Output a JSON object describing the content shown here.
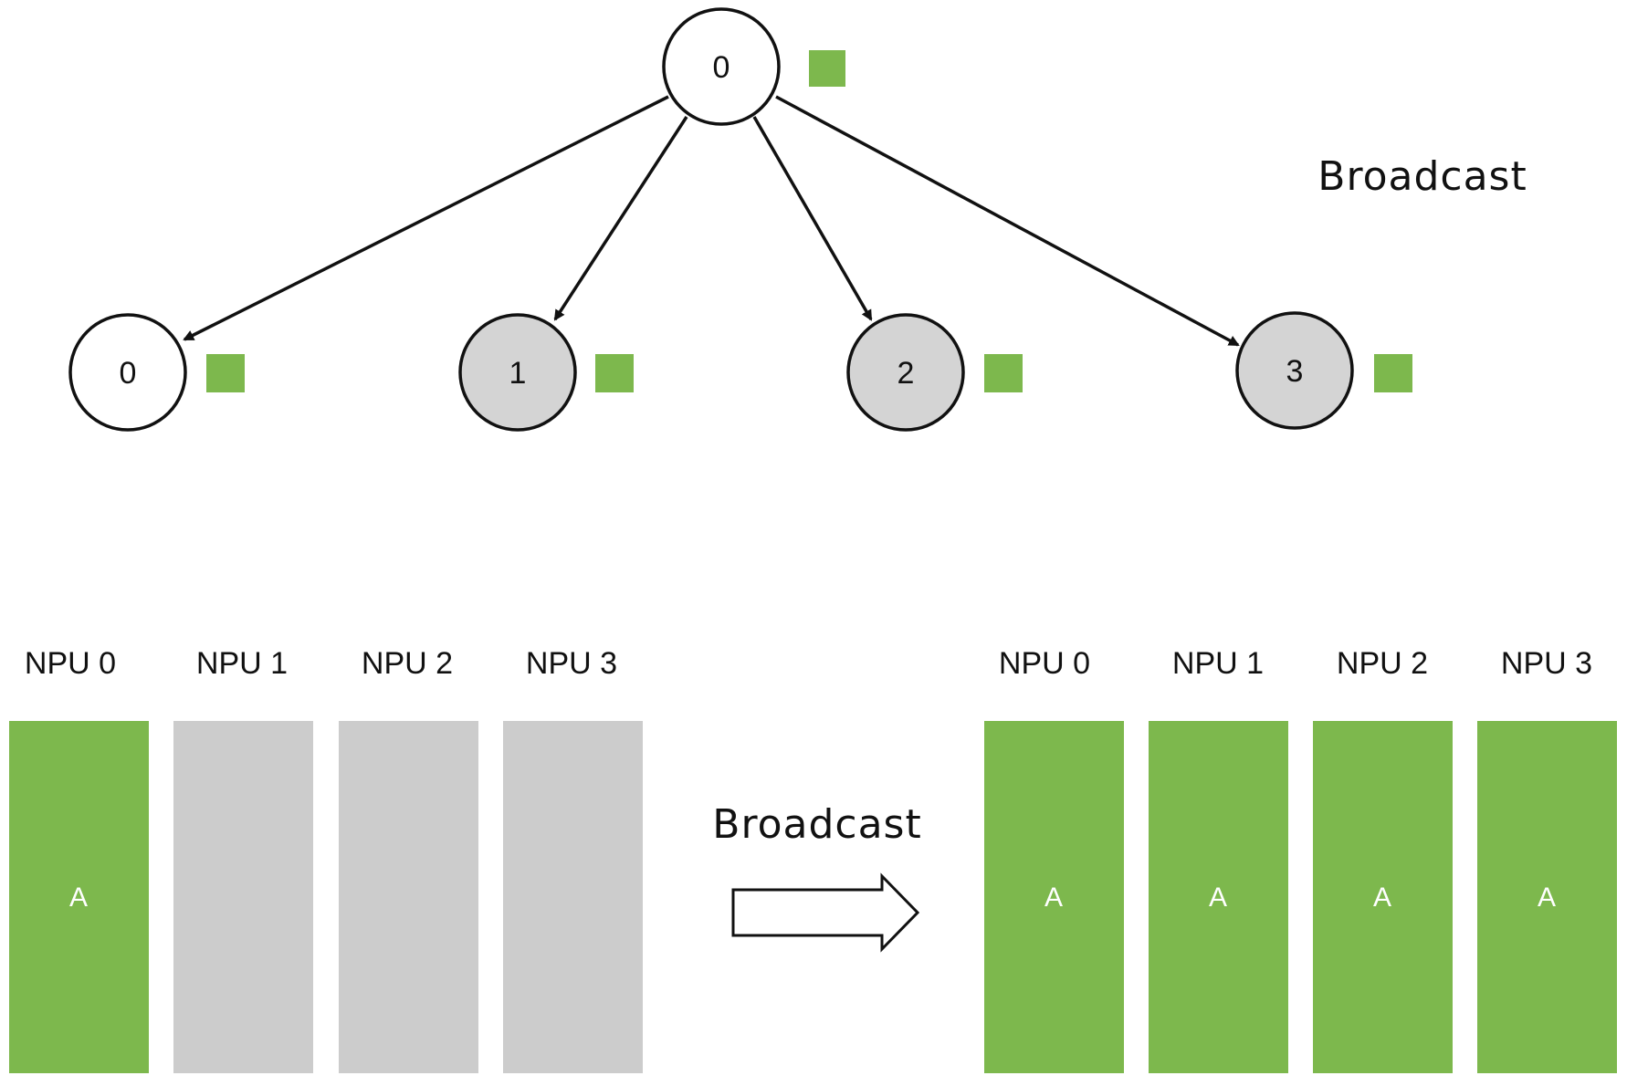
{
  "tree": {
    "title": "Broadcast",
    "root": {
      "label": "0",
      "state": "source"
    },
    "children": [
      {
        "label": "0",
        "state": "source"
      },
      {
        "label": "1",
        "state": "receiver"
      },
      {
        "label": "2",
        "state": "receiver"
      },
      {
        "label": "3",
        "state": "receiver"
      }
    ]
  },
  "memory": {
    "arrow_label": "Broadcast",
    "before": [
      {
        "label": "NPU 0",
        "content": "A",
        "filled": true
      },
      {
        "label": "NPU 1",
        "content": "",
        "filled": false
      },
      {
        "label": "NPU 2",
        "content": "",
        "filled": false
      },
      {
        "label": "NPU 3",
        "content": "",
        "filled": false
      }
    ],
    "after": [
      {
        "label": "NPU 0",
        "content": "A",
        "filled": true
      },
      {
        "label": "NPU 1",
        "content": "A",
        "filled": true
      },
      {
        "label": "NPU 2",
        "content": "A",
        "filled": true
      },
      {
        "label": "NPU 3",
        "content": "A",
        "filled": true
      }
    ]
  },
  "colors": {
    "data_green": "#7db84d",
    "empty_gray": "#cccccc",
    "source_node_fill": "#ffffff",
    "receiver_node_fill": "#d4d4d4",
    "stroke": "#111111"
  }
}
